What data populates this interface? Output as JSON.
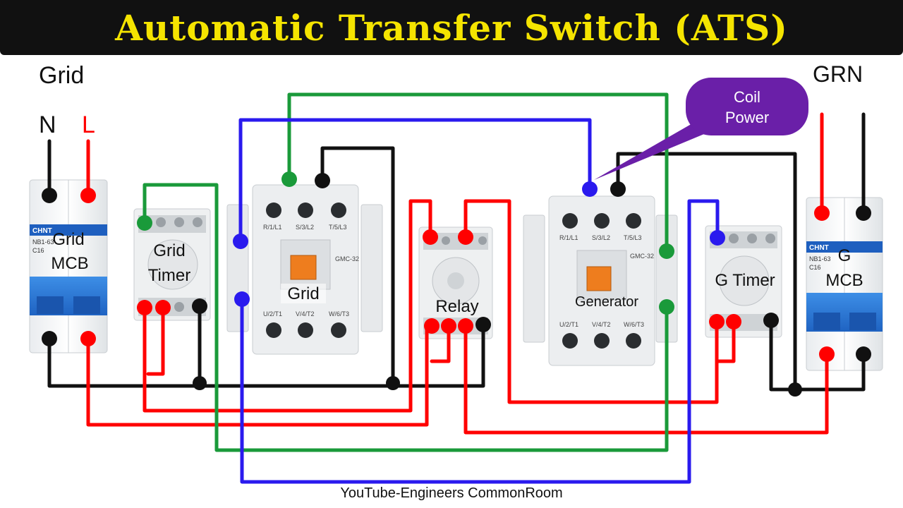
{
  "title": "Automatic Transfer Switch (ATS)",
  "colors": {
    "title_bg": "#111111",
    "title_text": "#f5e400",
    "wire_red": "#ff0000",
    "wire_black": "#111111",
    "wire_green": "#1a9a3a",
    "wire_blue": "#2a1aee",
    "callout": "#6a1fa8"
  },
  "sources": {
    "grid": {
      "label": "Grid",
      "neutral": "N",
      "line": "L"
    },
    "generator": {
      "label": "GRN"
    }
  },
  "components": {
    "grid_mcb": {
      "brand": "CHNT",
      "model": "NB1-63",
      "rating": "C16",
      "label_top": "Grid",
      "label_bottom": "MCB"
    },
    "grid_timer": {
      "label_top": "Grid",
      "label_bottom": "Timer"
    },
    "grid_contactor": {
      "label": "Grid",
      "model": "GMC-32",
      "top_terms": [
        "R/1/L1",
        "S/3/L2",
        "T/5/L3"
      ],
      "bottom_terms": [
        "U/2/T1",
        "V/4/T2",
        "W/6/T3"
      ]
    },
    "relay": {
      "label": "Relay"
    },
    "generator_contactor": {
      "label": "Generator",
      "model": "GMC-32",
      "top_terms": [
        "R/1/L1",
        "S/3/L2",
        "T/5/L3"
      ],
      "bottom_terms": [
        "U/2/T1",
        "V/4/T2",
        "W/6/T3"
      ]
    },
    "g_timer": {
      "label": "G Timer"
    },
    "g_mcb": {
      "brand": "CHNT",
      "model": "NB1-63",
      "rating": "C16",
      "label_top": "G",
      "label_bottom": "MCB"
    }
  },
  "callout": {
    "line1": "Coil",
    "line2": "Power"
  },
  "footer": "YouTube-Engineers CommonRoom"
}
